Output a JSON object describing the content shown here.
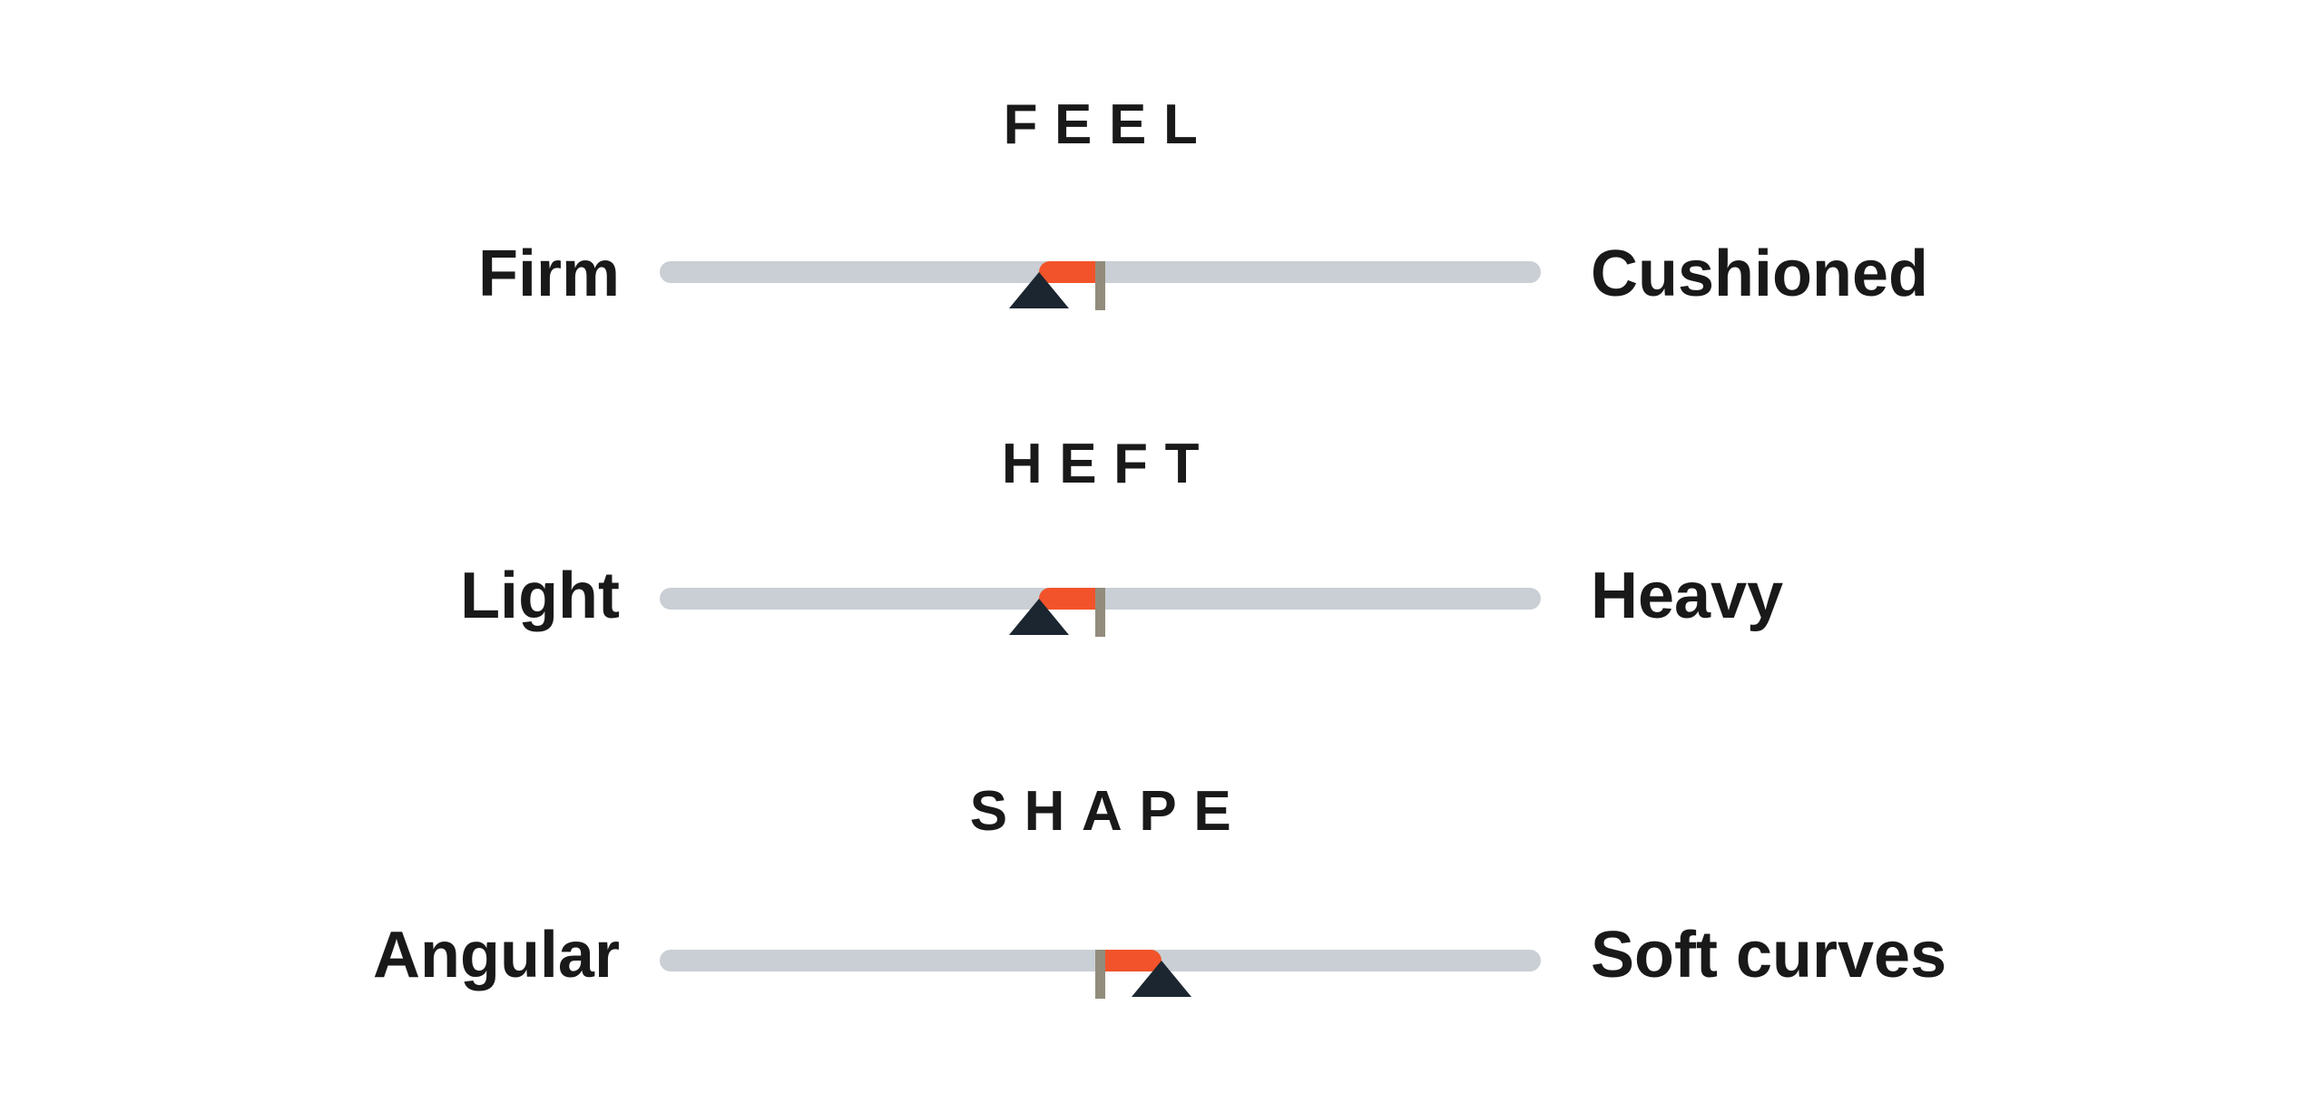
{
  "figure": {
    "background": "#ffffff",
    "description_colors": {
      "track": "#c9cfd4",
      "range": "#f2532a",
      "center_tick": "#928c7c",
      "pointer_triangle": "#1b2630",
      "text": "#191919"
    }
  },
  "sliders": [
    {
      "id": "feel",
      "title": "FEEL",
      "left_label": "Firm",
      "right_label": "Cushioned",
      "value_pct": 43,
      "center_pct": 50
    },
    {
      "id": "heft",
      "title": "HEFT",
      "left_label": "Light",
      "right_label": "Heavy",
      "value_pct": 43,
      "center_pct": 50
    },
    {
      "id": "shape",
      "title": "SHAPE",
      "left_label": "Angular",
      "right_label": "Soft curves",
      "value_pct": 57,
      "center_pct": 50
    }
  ],
  "chart_data": {
    "type": "bar",
    "subtype": "diverging-slider-scales",
    "scale_range": [
      0,
      100
    ],
    "center_marker_pct": 50,
    "series": [
      {
        "name": "FEEL",
        "axis_left": "Firm",
        "axis_right": "Cushioned",
        "value_pct": 43
      },
      {
        "name": "HEFT",
        "axis_left": "Light",
        "axis_right": "Heavy",
        "value_pct": 43
      },
      {
        "name": "SHAPE",
        "axis_left": "Angular",
        "axis_right": "Soft curves",
        "value_pct": 57
      }
    ],
    "legend_position": "none",
    "grid": false,
    "notes": "Each row: gray track; olive tick at 50%; orange bar spans from value to center tick; dark triangle points up at the value."
  }
}
